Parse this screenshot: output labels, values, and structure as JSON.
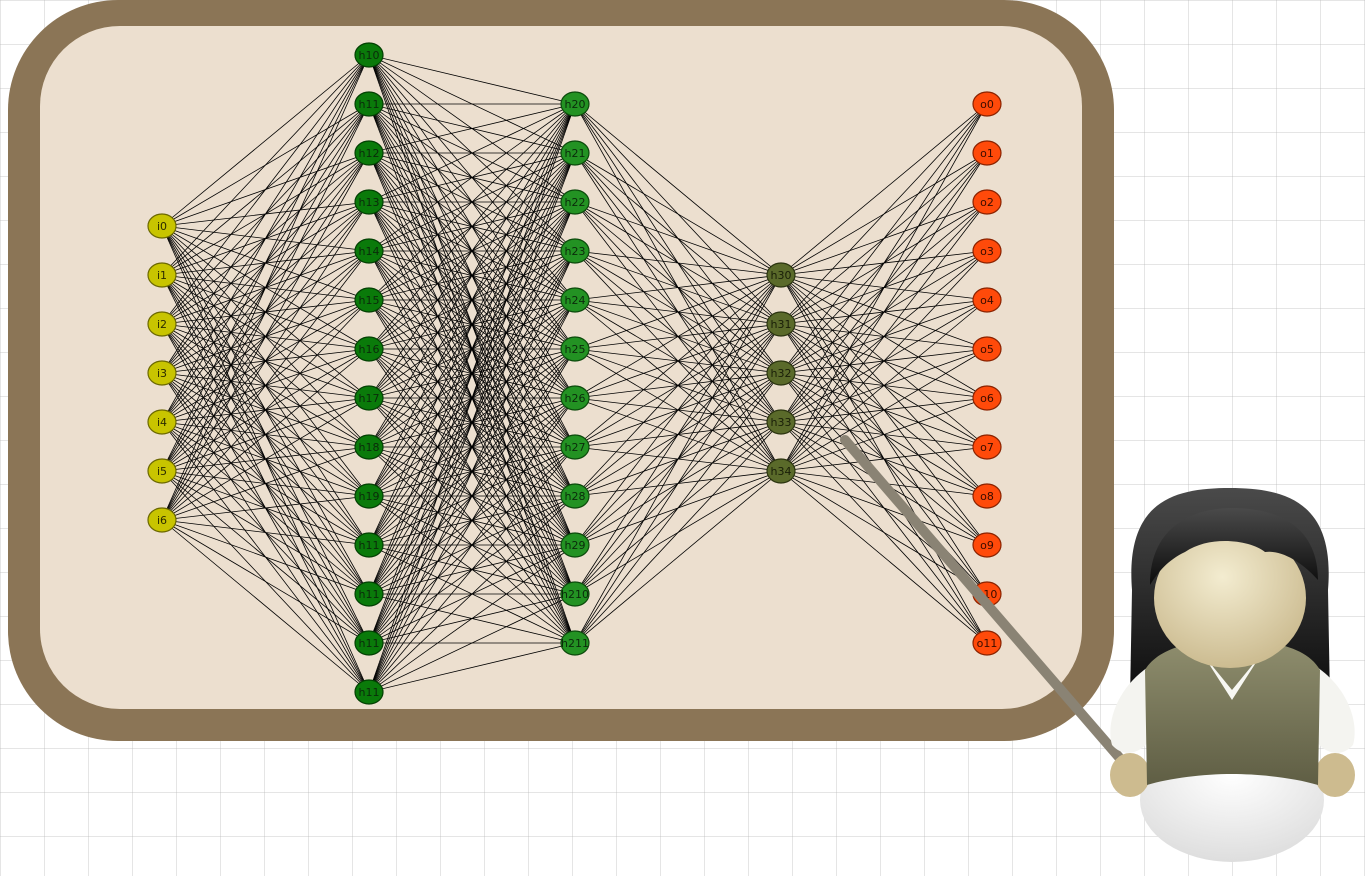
{
  "layers": [
    {
      "name": "input",
      "fill": "#c8c400",
      "stroke": "#6b6800",
      "text_color": "#2b2b00",
      "nodes": [
        "i0",
        "i1",
        "i2",
        "i3",
        "i4",
        "i5",
        "i6"
      ]
    },
    {
      "name": "hidden1",
      "fill": "#0a7a0a",
      "stroke": "#034003",
      "text_color": "#0b2b0b",
      "nodes": [
        "h10",
        "h11",
        "h12",
        "h13",
        "h14",
        "h15",
        "h16",
        "h17",
        "h18",
        "h19",
        "h11",
        "h11",
        "h11",
        "h11"
      ]
    },
    {
      "name": "hidden2",
      "fill": "#239223",
      "stroke": "#0c4a0c",
      "text_color": "#0b2b0b",
      "nodes": [
        "h20",
        "h21",
        "h22",
        "h23",
        "h24",
        "h25",
        "h26",
        "h27",
        "h28",
        "h29",
        "h210",
        "h211"
      ]
    },
    {
      "name": "hidden3",
      "fill": "#5a6a2a",
      "stroke": "#2c3510",
      "text_color": "#1a1f08",
      "nodes": [
        "h30",
        "h31",
        "h32",
        "h33",
        "h34"
      ]
    },
    {
      "name": "output",
      "fill": "#ff4a0a",
      "stroke": "#8a2200",
      "text_color": "#3a0c00",
      "nodes": [
        "o0",
        "o1",
        "o2",
        "o3",
        "o4",
        "o5",
        "o6",
        "o7",
        "o8",
        "o9",
        "o10",
        "o11"
      ]
    }
  ],
  "colors": {
    "board_frame": "#8b7556",
    "board_surface": "#ecdfcf",
    "pointer": "#8a8374",
    "edge": "#000000"
  },
  "icons": {
    "presenter": "teacher-avatar-icon"
  }
}
